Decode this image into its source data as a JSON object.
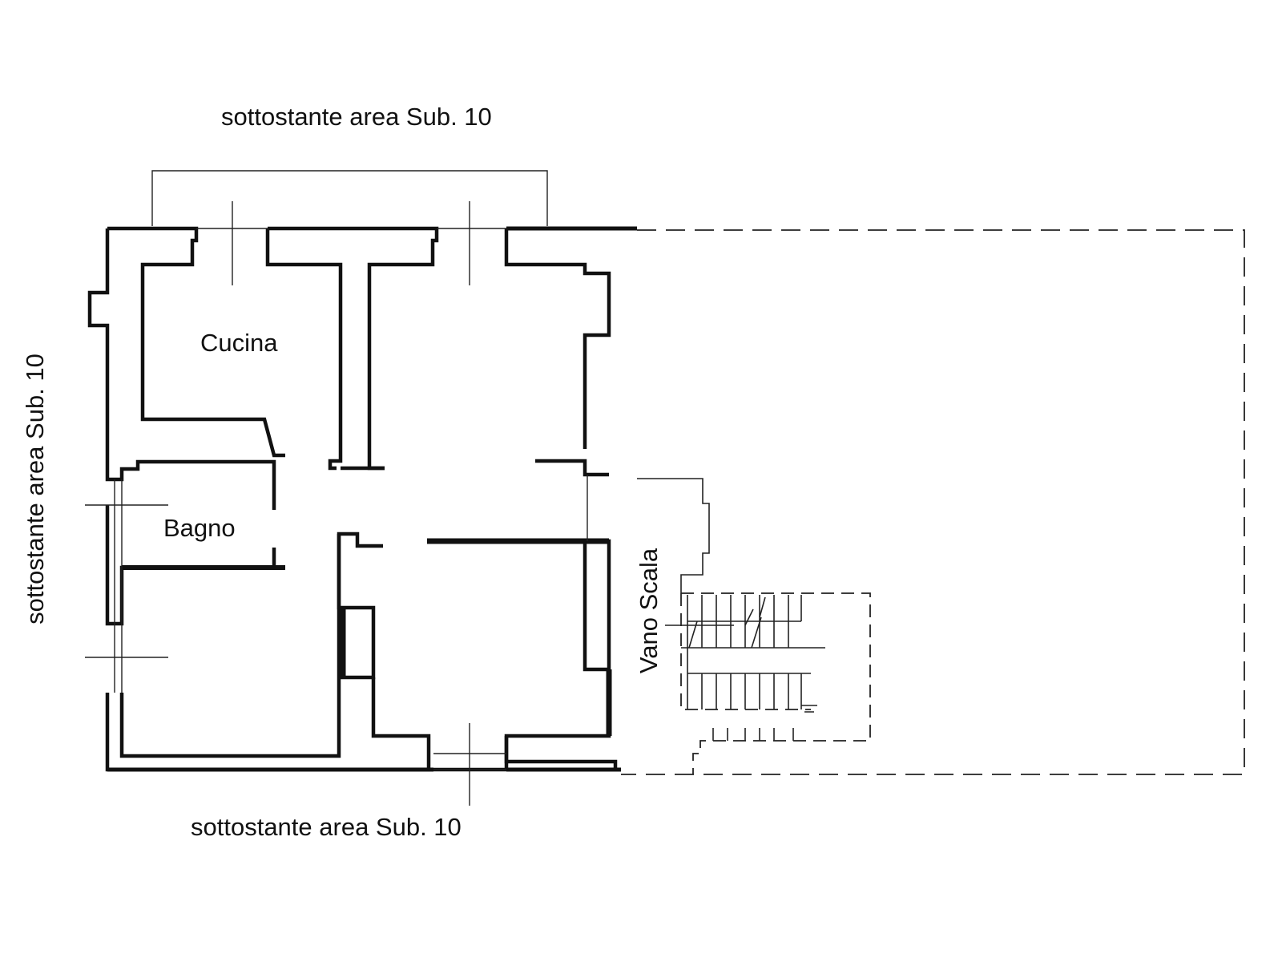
{
  "labels": {
    "top": "sottostante area Sub. 10",
    "bottom": "sottostante area Sub. 10",
    "left": "sottostante area Sub. 10",
    "cucina": "Cucina",
    "bagno": "Bagno",
    "vano_scala": "Vano Scala"
  },
  "colors": {
    "line": "#111111",
    "background": "#ffffff"
  }
}
